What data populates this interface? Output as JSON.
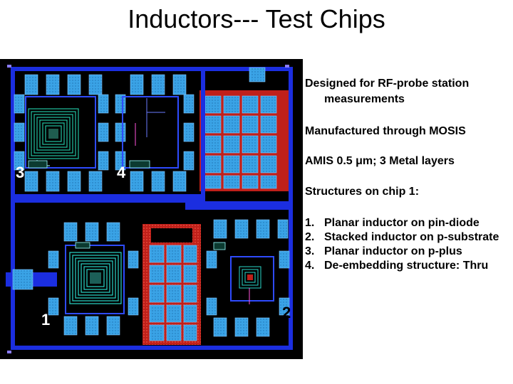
{
  "title": "Inductors--- Test Chips",
  "bullets": {
    "designed_line1": "Designed for RF-probe station",
    "designed_line2": "measurements",
    "manufactured": "Manufactured through MOSIS",
    "process": "AMIS 0.5 μm; 3 Metal layers",
    "structures_header": "Structures on chip 1:"
  },
  "structures": [
    {
      "num": "1.",
      "text": "Planar inductor on pin-diode"
    },
    {
      "num": "2.",
      "text": "Stacked inductor on p-substrate"
    },
    {
      "num": "3.",
      "text": "Planar inductor on p-plus"
    },
    {
      "num": "4.",
      "text": "De-embedding structure: Thru"
    }
  ],
  "chip_labels": {
    "one": "1",
    "two": "2",
    "three": "3",
    "four": "4"
  },
  "colors": {
    "background": "#000000",
    "metal_blue": "#3aa3e6",
    "bus_blue": "#1b2ee0",
    "red": "#c0201a",
    "green": "#22a88a"
  }
}
